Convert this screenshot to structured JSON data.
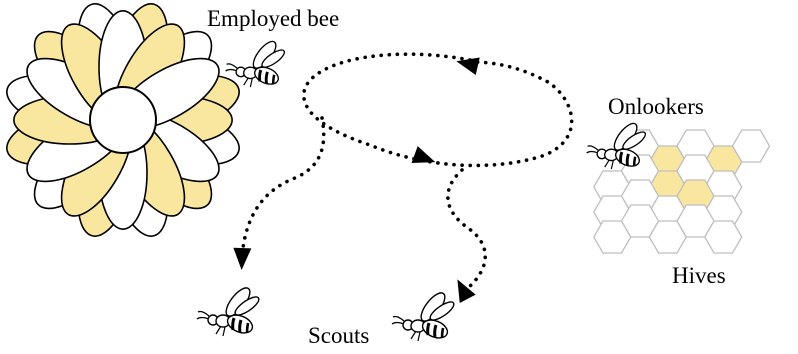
{
  "labels": {
    "employed_bee": "Employed bee",
    "onlookers": "Onlookers",
    "hives": "Hives",
    "scouts": "Scouts"
  },
  "colors": {
    "petal_yellow": "#F9E7A0",
    "hive_fill": "#F9E7A0",
    "outline": "#000000",
    "hive_stroke": "#BFBFBF"
  },
  "icons": [
    "flower-icon",
    "bee-icon",
    "honeycomb-icon",
    "arrowhead-icon"
  ],
  "honeycomb": {
    "highlighted_cells": [
      [
        1,
        0
      ],
      [
        3,
        0
      ],
      [
        1,
        1
      ],
      [
        2,
        2
      ]
    ]
  }
}
